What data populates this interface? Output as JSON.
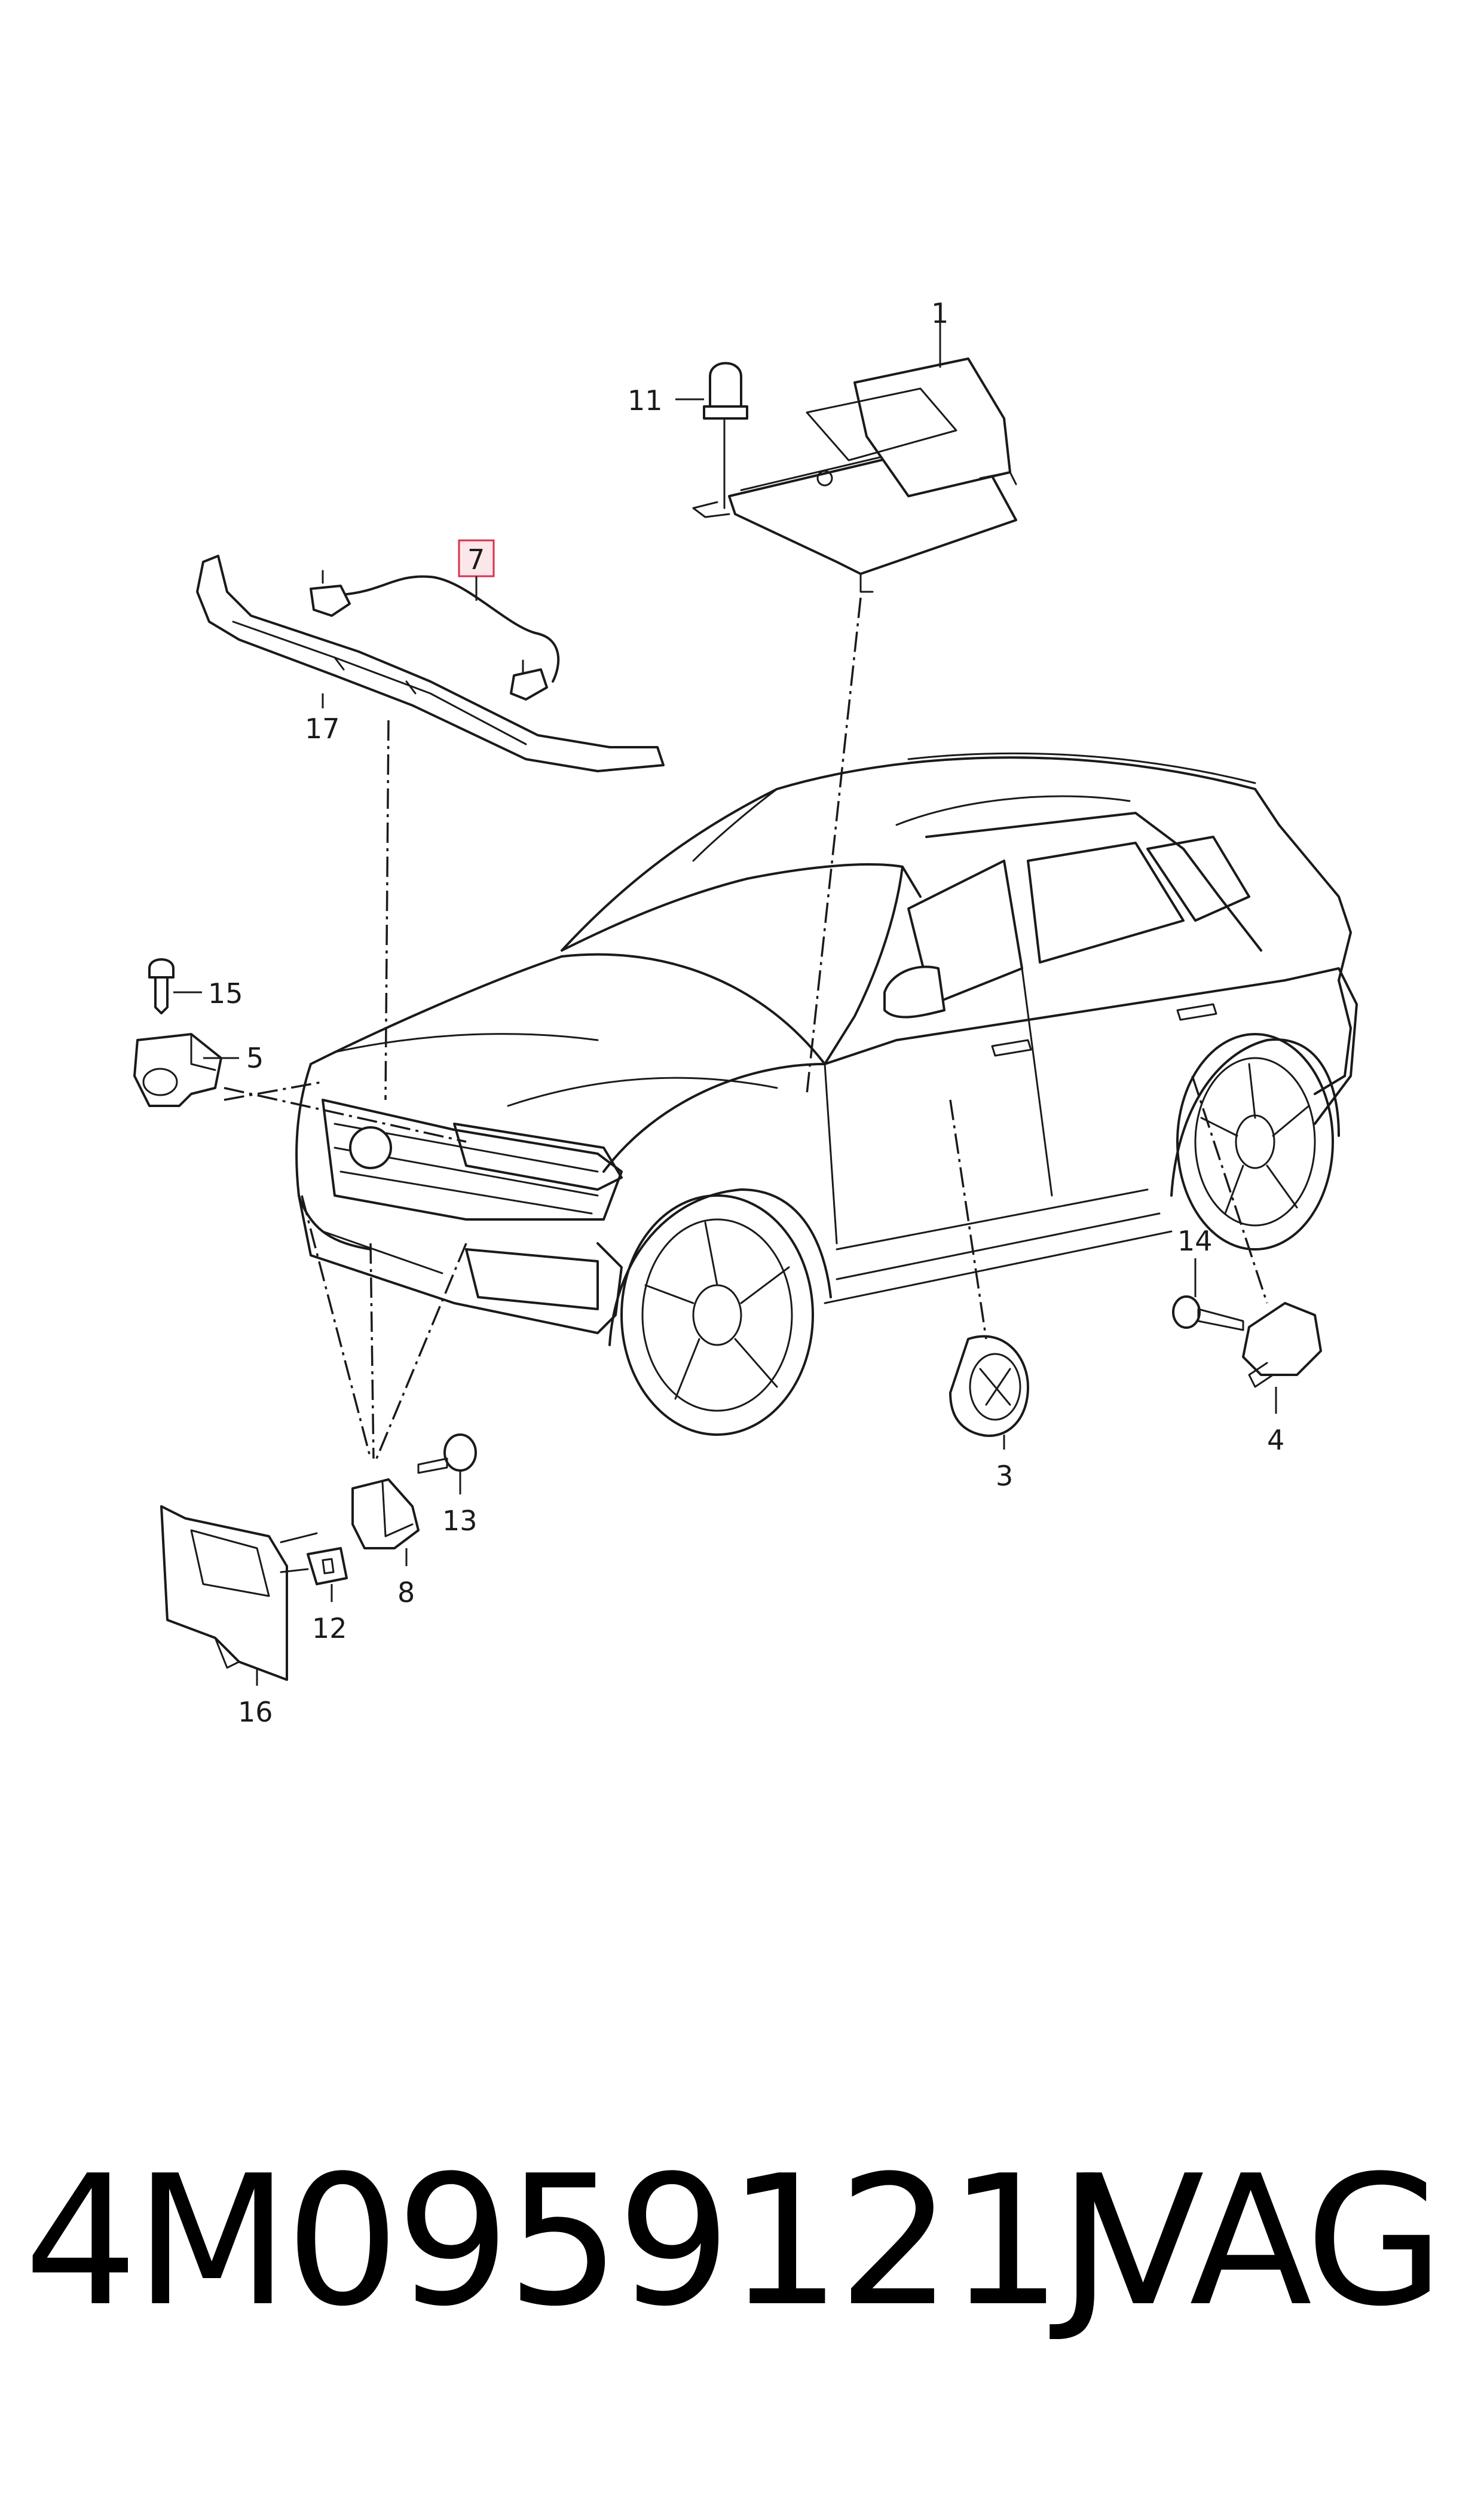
{
  "callouts": {
    "c1": "1",
    "c3": "3",
    "c4": "4",
    "c5": "5",
    "c7": "7",
    "c8": "8",
    "c11": "11",
    "c12": "12",
    "c13": "13",
    "c14": "14",
    "c15": "15",
    "c16": "16",
    "c17": "17"
  },
  "highlighted_callout": "7",
  "footer": {
    "part_number": "4M0959121J",
    "brand": "VAG"
  },
  "colors": {
    "line": "#1a1a1a",
    "highlight_fill": "#fbe6ea",
    "highlight_stroke": "#d9324e"
  }
}
